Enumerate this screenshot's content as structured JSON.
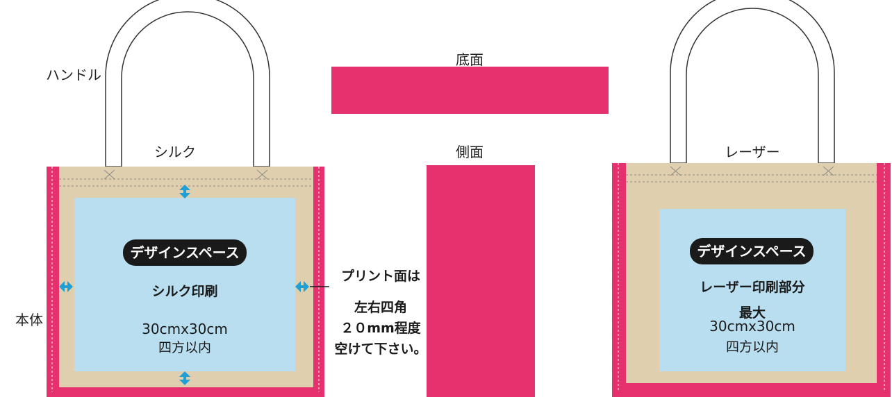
{
  "labels": {
    "handle": "ハンドル",
    "silk": "シルク",
    "body": "本体",
    "bottom": "底面",
    "side": "側面",
    "laser": "レーザー"
  },
  "left_bag": {
    "design_space": "デザインスペース",
    "print_type": "シルク印刷",
    "size": "30cmx30cm",
    "size_note": "四方以内"
  },
  "right_bag": {
    "design_space": "デザインスペース",
    "print_type": "レーザー印刷部分",
    "max": "最大",
    "size": "30cmx30cm",
    "size_note": "四方以内"
  },
  "margin_note": {
    "line1": "プリント面は",
    "line2": "左右四角",
    "line3": "２０mm程度",
    "line4": "空けて下さい。"
  },
  "colors": {
    "pink": "#e5326f",
    "beige": "#dfcfae",
    "light_blue": "#b8def0",
    "arrow_blue": "#1f9fd4",
    "pill_bg": "#1a1a1a"
  }
}
